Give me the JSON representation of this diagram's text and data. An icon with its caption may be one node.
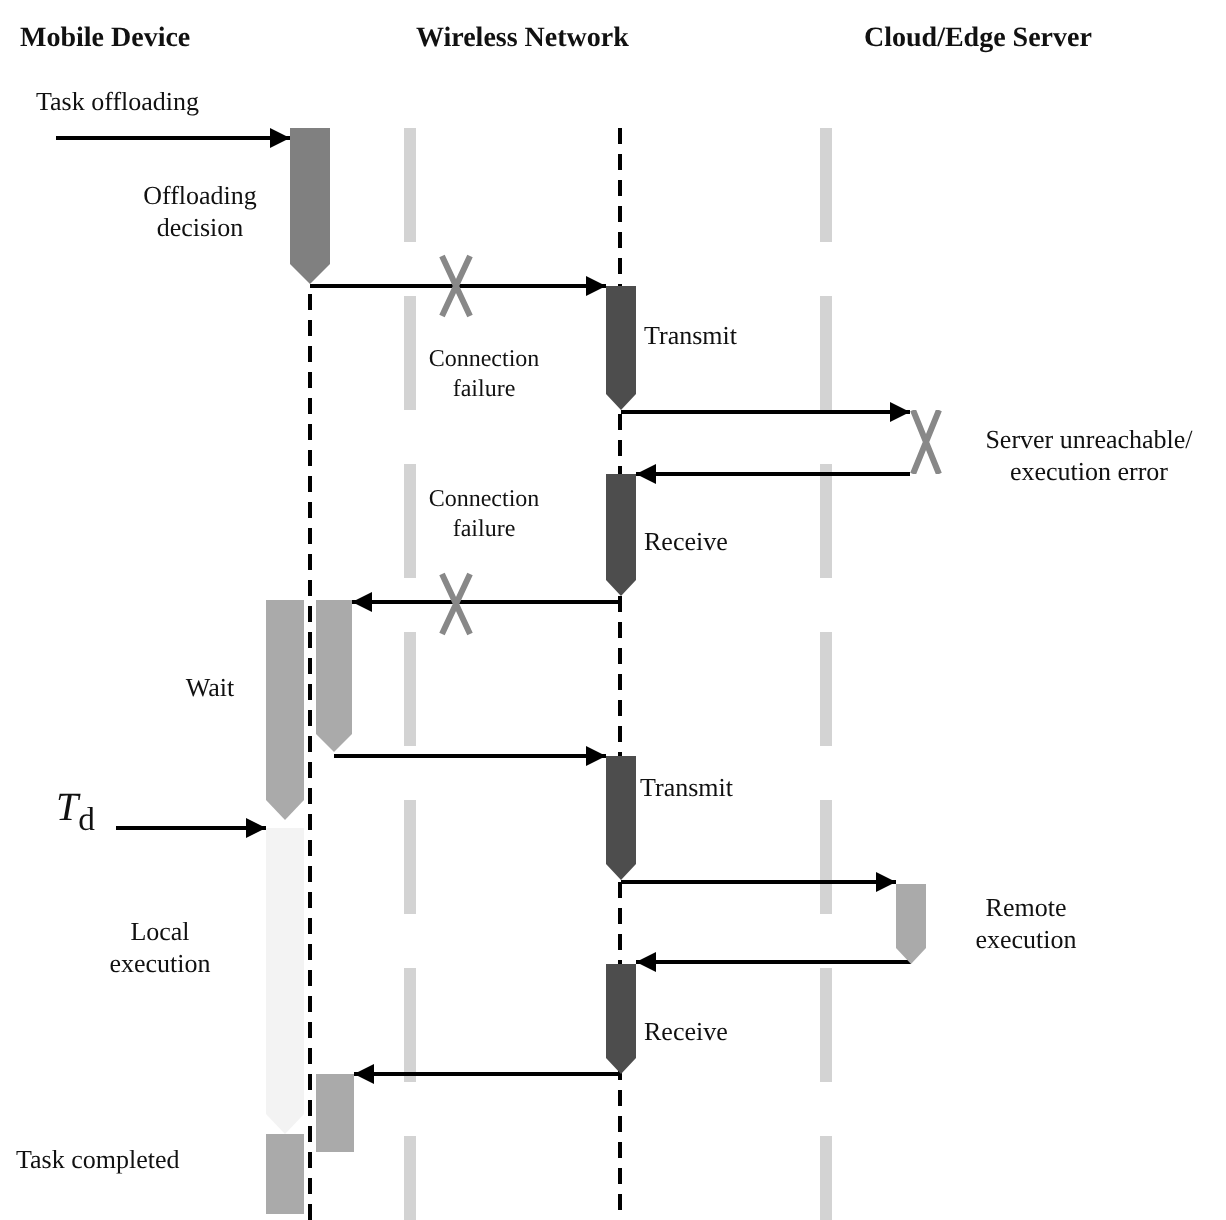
{
  "diagram": {
    "nodes": [
      {
        "text": [],
        "shape": "bar",
        "beside": [
          "Offloading decision"
        ]
      },
      {
        "text": [],
        "shape": "bar",
        "beside": [
          "Transmit"
        ]
      },
      {
        "text": [],
        "shape": "cross",
        "beside": [
          "Server unreachable/ execution error"
        ]
      },
      {
        "text": [],
        "shape": "bar",
        "beside": [
          "Receive"
        ]
      },
      {
        "text": [],
        "shape": "bar",
        "beside": [
          "Wait"
        ]
      },
      {
        "text": [],
        "shape": "bar"
      },
      {
        "text": [
          "*T*$_{d}$"
        ]
      },
      {
        "text": [],
        "shape": "bar",
        "beside": [
          "Local execution"
        ]
      },
      {
        "text": [],
        "shape": "bar",
        "beside": [
          "Transmit"
        ]
      },
      {
        "text": [],
        "shape": "bar",
        "beside": [
          "Remote execution"
        ]
      },
      {
        "text": [],
        "shape": "bar",
        "beside": [
          "Receive"
        ]
      },
      {
        "text": [],
        "shape": "bar"
      },
      {
        "text": [],
        "shape": "bar",
        "beside": [
          "Task completed"
        ]
      }
    ],
    "edges": [
      {
        "from": null,
        "to": 0,
        "arrow": "to",
        "label": "Task offloading"
      },
      {
        "from": 0,
        "to": 1,
        "arrow": "to"
      },
      {
        "from": 1,
        "to": 2,
        "arrow": "to"
      },
      {
        "from": 2,
        "to": 3,
        "arrow": "to"
      },
      {
        "from": 3,
        "to": 5,
        "arrow": "to"
      },
      {
        "from": 5,
        "to": 8,
        "arrow": "to"
      },
      {
        "from": 6,
        "to": 7,
        "arrow": "to"
      },
      {
        "from": 8,
        "to": 9,
        "arrow": "to"
      },
      {
        "from": 9,
        "to": 10,
        "arrow": "to"
      },
      {
        "from": 10,
        "to": 11,
        "arrow": "to"
      }
    ],
    "labels": [
      "Mobile Device",
      "Wireless Network",
      "Cloud/Edge Server",
      "Connection failure",
      "Connection failure"
    ]
  }
}
